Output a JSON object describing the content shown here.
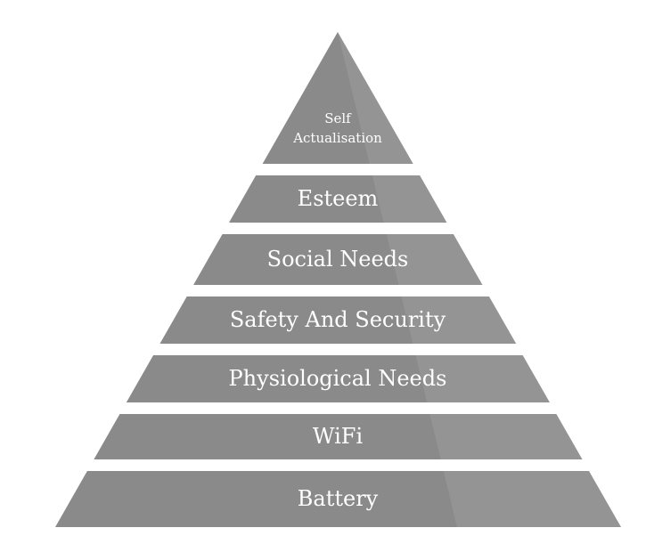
{
  "colors": {
    "background": "#ffffff",
    "tier_fill": "#8a8a8a",
    "tier_shade": "#9c9c9c",
    "label": "#ffffff",
    "label_faded": "#a5a5a5"
  },
  "pyramid": {
    "tiers": [
      {
        "id": "self-actualisation",
        "lines": [
          "Self",
          "Actualisation"
        ]
      },
      {
        "id": "esteem",
        "lines": [
          "Esteem"
        ]
      },
      {
        "id": "social-needs",
        "lines": [
          "Social Needs"
        ]
      },
      {
        "id": "safety-and-security",
        "lines": [
          "Safety And Security"
        ]
      },
      {
        "id": "physiological-needs",
        "lines": [
          "Physiological Needs"
        ]
      },
      {
        "id": "wifi",
        "lines": [
          "WiFi"
        ]
      },
      {
        "id": "battery",
        "lines": [
          "Battery"
        ]
      }
    ]
  }
}
